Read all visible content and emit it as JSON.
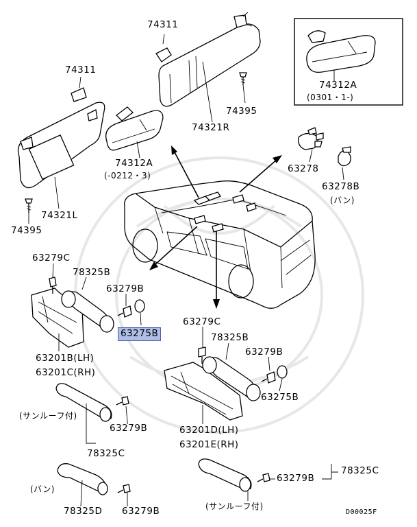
{
  "labels": {
    "l_74311_a": "74311",
    "l_74311_b": "74311",
    "l_74312A_inset": "74312A",
    "l_inset_date": "(0301・1-)",
    "l_74395_a": "74395",
    "l_74321R": "74321R",
    "l_74312A": "74312A",
    "l_74312A_date": "(-0212・3)",
    "l_74321L": "74321L",
    "l_74395_b": "74395",
    "l_63278": "63278",
    "l_63278B": "63278B",
    "l_63278B_note": "(バン)",
    "l_63279C_a": "63279C",
    "l_78325B_a": "78325B",
    "l_63279B_a": "63279B",
    "l_63275B_a": "63275B",
    "l_63201B": "63201B(LH)",
    "l_63201C": "63201C(RH)",
    "l_63279C_b": "63279C",
    "l_78325B_b": "78325B",
    "l_63279B_b": "63279B",
    "l_63275B_b": "63275B",
    "l_sunroof_a": "(サンルーフ付)",
    "l_63279B_c": "63279B",
    "l_78325C_a": "78325C",
    "l_63201D": "63201D(LH)",
    "l_63201E": "63201E(RH)",
    "l_78325C_b": "78325C",
    "l_63279B_d": "63279B",
    "l_van": "(バン)",
    "l_78325D": "78325D",
    "l_63279B_e": "63279B",
    "l_sunroof_b": "(サンルーフ付)",
    "l_code": "D00025F"
  }
}
